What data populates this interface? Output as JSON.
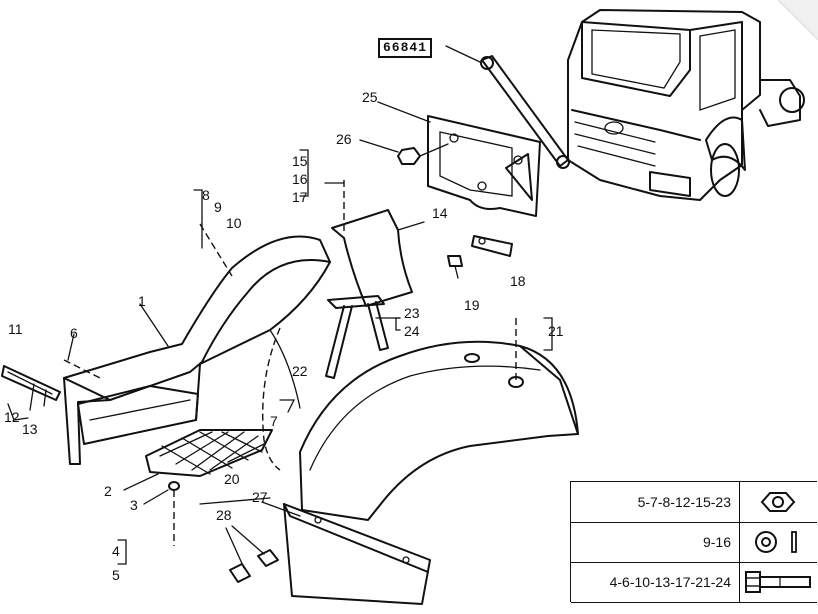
{
  "part_number": "66841",
  "callouts": {
    "c1": "1",
    "c2": "2",
    "c3": "3",
    "c4": "4",
    "c5": "5",
    "c6": "6",
    "c7": "7",
    "c8": "8",
    "c9": "9",
    "c10": "10",
    "c11": "11",
    "c12": "12",
    "c13": "13",
    "c14": "14",
    "c15": "15",
    "c16": "16",
    "c17": "17",
    "c18": "18",
    "c19": "19",
    "c20": "20",
    "c21": "21",
    "c22": "22",
    "c23": "23",
    "c24": "24",
    "c25": "25",
    "c26": "26",
    "c27": "27",
    "c28": "28"
  },
  "legend": {
    "rows": [
      {
        "text": "5-7-8-12-15-23",
        "icon": "hex-nut-icon"
      },
      {
        "text": "9-16",
        "icon": "washer-icon"
      },
      {
        "text": "4-6-10-13-17-21-24",
        "icon": "hex-bolt-icon"
      }
    ]
  }
}
